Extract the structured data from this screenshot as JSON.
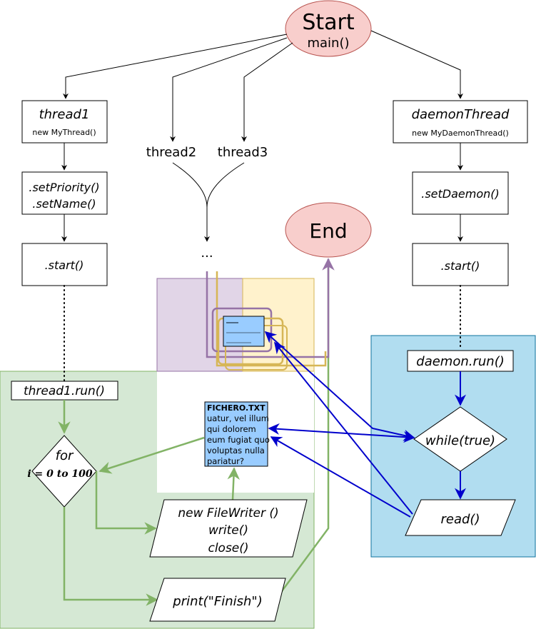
{
  "start": {
    "title": "Start",
    "subtitle": "main()"
  },
  "end": {
    "label": "End"
  },
  "thread1": {
    "title": "thread1",
    "constructor": "new MyThread()",
    "set_priority": ".setPriority()",
    "set_name": ".setName()",
    "start": ".start()",
    "run": "thread1.run()",
    "loop_keyword": "for",
    "loop_range": "i = 0 to 100",
    "writer_line1": "new FileWriter ()",
    "writer_line2": "write()",
    "writer_line3": "close()",
    "print": "print(\"Finish\")"
  },
  "others": {
    "thread2": "thread2",
    "thread3": "thread3",
    "ellipsis": "..."
  },
  "daemon": {
    "title": "daemonThread",
    "constructor": "new MyDaemonThread()",
    "set_daemon": ".setDaemon()",
    "start": ".start()",
    "run": "daemon.run()",
    "loop": "while(true)",
    "read": "read()"
  },
  "file": {
    "title": "FICHERO.TXT",
    "lines": [
      "uatur, vel illum",
      "qui dolorem",
      "eum fugiat quo",
      "voluptas nulla",
      "pariatur?"
    ]
  },
  "colors": {
    "green_zone": "#d5e8d4",
    "green_line": "#82b366",
    "blue_zone": "#b1ddf0",
    "blue_line": "#0000cc",
    "purple_zone": "#e1d5e7",
    "purple_line": "#9673a6",
    "yellow_zone": "#fff2cc",
    "yellow_line": "#d6b656",
    "oval_fill": "#f8cecc",
    "oval_stroke": "#b85450",
    "file_fill": "#99ccff"
  }
}
